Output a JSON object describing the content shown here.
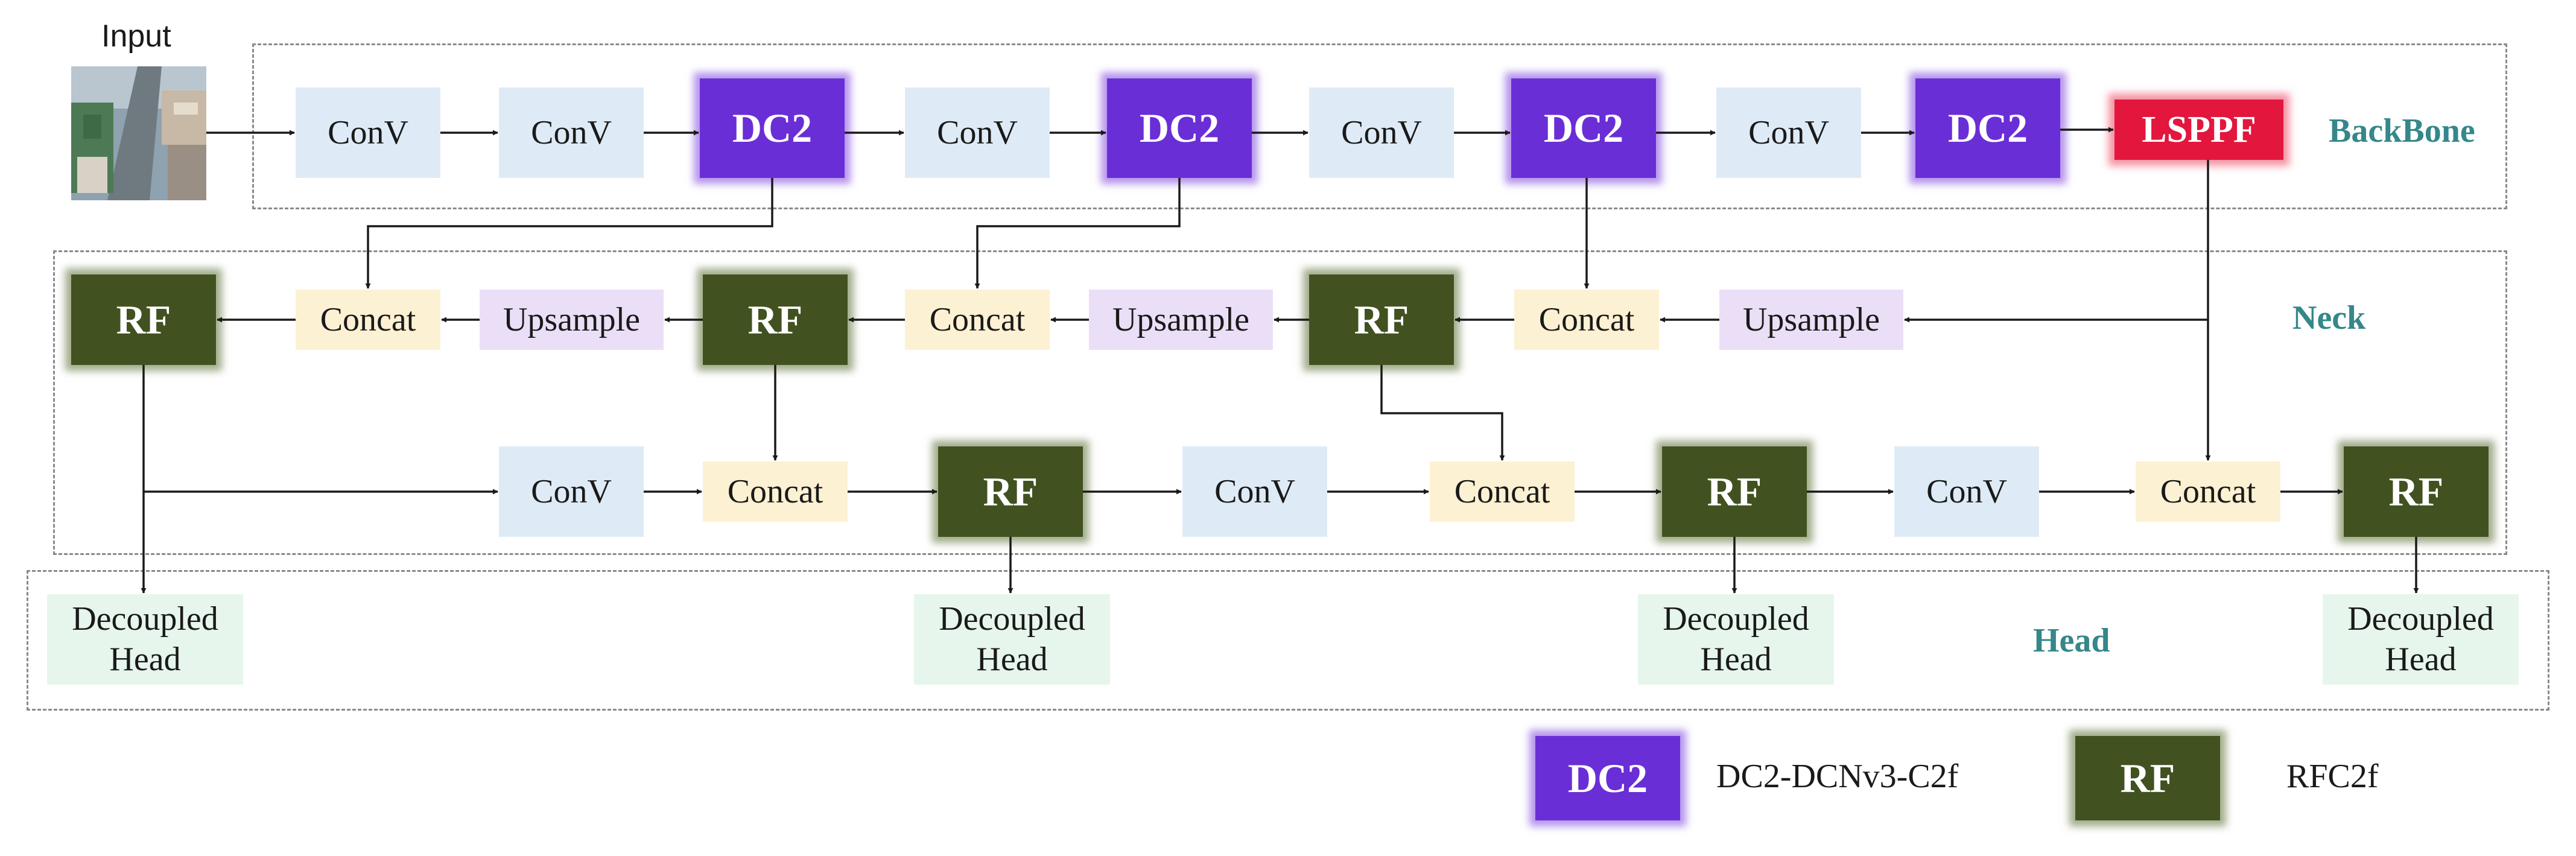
{
  "input": {
    "label": "Input"
  },
  "sections": {
    "backbone": "BackBone",
    "neck": "Neck",
    "head": "Head"
  },
  "backbone": {
    "blocks": [
      "ConV",
      "ConV",
      "DC2",
      "ConV",
      "DC2",
      "ConV",
      "DC2",
      "ConV",
      "DC2",
      "LSPPF"
    ]
  },
  "neck_row1": {
    "blocks": [
      "RF",
      "Concat",
      "Upsample",
      "RF",
      "Concat",
      "Upsample",
      "RF",
      "Concat",
      "Upsample"
    ]
  },
  "neck_row2": {
    "blocks": [
      "ConV",
      "Concat",
      "RF",
      "ConV",
      "Concat",
      "RF",
      "ConV",
      "Concat",
      "RF"
    ]
  },
  "heads": {
    "line1": "Decoupled",
    "line2": "Head"
  },
  "legend": {
    "dc2_block": "DC2",
    "dc2_text": "DC2-DCNv3-C2f",
    "rf_block": "RF",
    "rf_text": "RFC2f"
  },
  "colors": {
    "conv": "#deebf7",
    "concat": "#fdf1d3",
    "upsample": "#ebdff7",
    "dc2": "#6a2ed6",
    "rf": "#415220",
    "lsppf": "#e3163d",
    "head": "#e6f6ec",
    "section_label": "#35878a"
  }
}
